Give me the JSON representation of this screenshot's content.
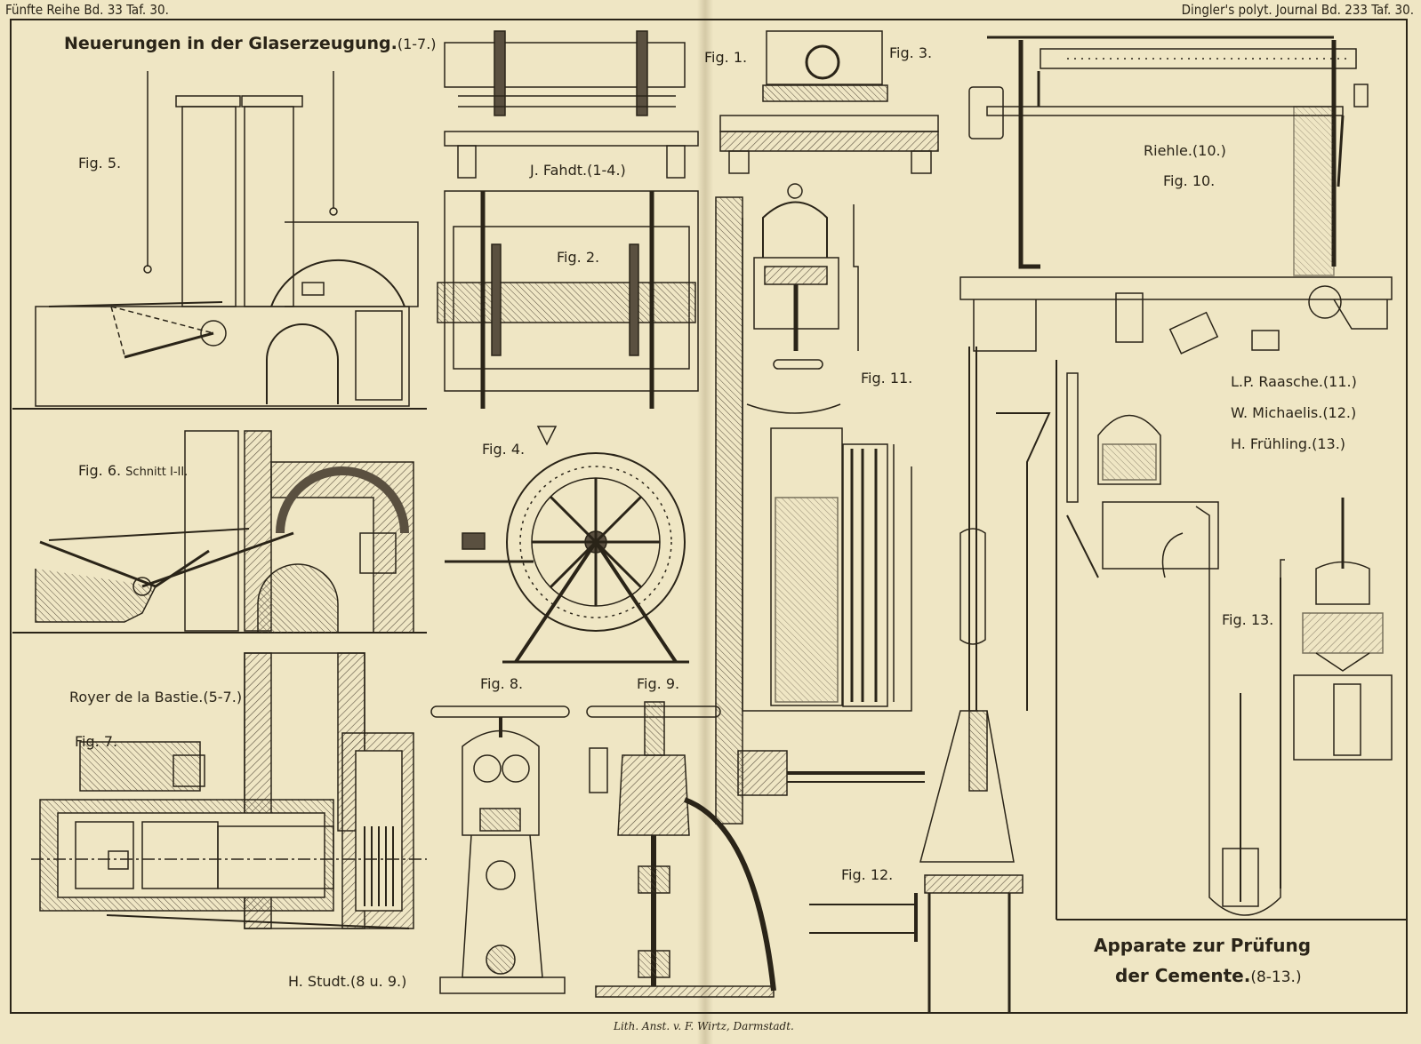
{
  "header": {
    "left": "Fünfte Reihe Bd. 33 Taf. 30.",
    "right": "Dingler's polyt. Journal Bd. 233 Taf. 30."
  },
  "titles": {
    "main": "Neuerungen in der Glaserzeugung.",
    "main_ref": "(1-7.)",
    "fahdt": "J. Fahdt.",
    "fahdt_ref": "(1-4.)",
    "riehle": "Riehle.",
    "riehle_ref": "(10.)",
    "raasche": "L.P. Raasche.",
    "raasche_ref": "(11.)",
    "michaelis": "W. Michaelis.",
    "michaelis_ref": "(12.)",
    "fruehling": "H. Frühling.",
    "fruehling_ref": "(13.)",
    "royer": "Royer de la Bastie.",
    "royer_ref": "(5-7.)",
    "studt": "H. Studt.",
    "studt_ref": "(8 u. 9.)",
    "apparate_line1": "Apparate zur Prüfung",
    "apparate_line2": "der Cemente.",
    "apparate_ref": "(8-13.)"
  },
  "figures": {
    "fig1": "Fig. 1.",
    "fig2": "Fig. 2.",
    "fig3": "Fig. 3.",
    "fig4": "Fig. 4.",
    "fig5": "Fig. 5.",
    "fig6": "Fig. 6.",
    "fig6_sub": "Schnitt I-II.",
    "fig7": "Fig. 7.",
    "fig8": "Fig. 8.",
    "fig9": "Fig. 9.",
    "fig10": "Fig. 10.",
    "fig11": "Fig. 11.",
    "fig12": "Fig. 12.",
    "fig13": "Fig. 13."
  },
  "imprint": "Lith. Anst. v. F. Wirtz, Darmstadt.",
  "colors": {
    "paper": "#efe6c4",
    "ink": "#2a2418",
    "hatch": "#5a5040"
  }
}
